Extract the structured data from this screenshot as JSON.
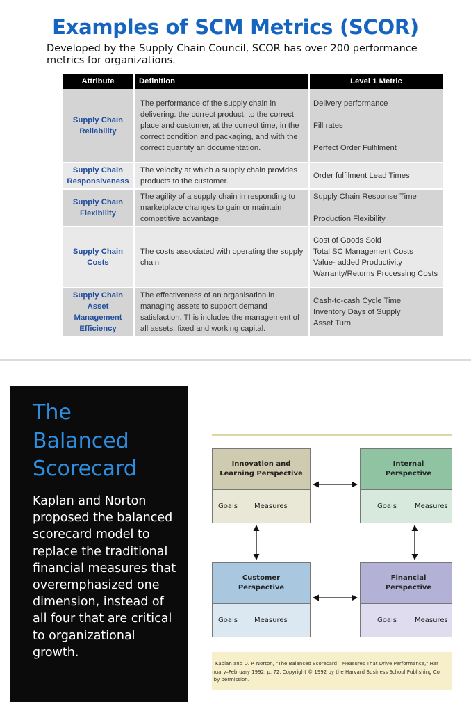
{
  "slide1": {
    "title": "Examples of SCM Metrics (SCOR)",
    "subtitle": "Developed by the Supply Chain Council, SCOR has over 200 performance metrics for organizations.",
    "table": {
      "headers": [
        "Attribute",
        "Definition",
        "Level 1 Metric"
      ],
      "rows": [
        {
          "attribute": "Supply Chain Reliability",
          "definition": "The performance of the supply chain in delivering: the correct product, to the correct place and customer, at the correct time, in the correct condition and packaging, and with the correct quantity an documentation.",
          "metrics": [
            "Delivery performance",
            "Fill rates",
            "Perfect Order Fulfilment"
          ]
        },
        {
          "attribute": "Supply Chain Responsiveness",
          "definition": "The velocity at which a supply chain provides products to the customer.",
          "metrics": [
            "Order fulfilment Lead Times"
          ]
        },
        {
          "attribute": "Supply Chain Flexibility",
          "definition": "The agility of a supply chain in responding to marketplace changes to gain or maintain competitive advantage.",
          "metrics": [
            "Supply Chain Response Time",
            "Production Flexibility"
          ]
        },
        {
          "attribute": "Supply Chain Costs",
          "definition": "The costs associated with operating the supply chain",
          "metrics": [
            "Cost of Goods Sold",
            "Total SC Management Costs",
            "Value- added Productivity",
            "Warranty/Returns Processing Costs"
          ]
        },
        {
          "attribute": "Supply Chain Asset Management Efficiency",
          "definition": "The effectiveness of an organisation in managing assets to support demand satisfaction. This includes the management of all assets: fixed and working capital.",
          "metrics": [
            "Cash-to-cash Cycle Time",
            "Inventory Days of Supply",
            "Asset Turn"
          ]
        }
      ]
    }
  },
  "slide2": {
    "title_lines": [
      "The",
      "Balanced",
      "Scorecard"
    ],
    "body": "Kaplan and Norton proposed the balanced scorecard model to replace the traditional financial measures that overemphasized one dimension, instead of all four that are critical to organizational growth.",
    "diagram": {
      "goals_label": "Goals",
      "measures_label": "Measures",
      "boxes": {
        "innovation": {
          "lines": [
            "Innovation and",
            "Learning Perspective"
          ],
          "head_color": "#cfcbb0",
          "body_color": "#e9e7d6"
        },
        "internal": {
          "lines": [
            "Internal",
            "Perspective"
          ],
          "head_color": "#8fc3a2",
          "body_color": "#d6e9dc"
        },
        "customer": {
          "lines": [
            "Customer",
            "Perspective"
          ],
          "head_color": "#a9c8e0",
          "body_color": "#dbe8f2"
        },
        "financial": {
          "lines": [
            "Financial",
            "Perspective"
          ],
          "head_color": "#b4b1d6",
          "body_color": "#dedcee"
        }
      },
      "citation_lines": [
        "S. Kaplan and D. P. Norton, \"The Balanced Scorecard—Measures That Drive Performance,\" Har",
        "anuary–February 1992, p. 72. Copyright © 1992 by the Harvard Business School Publishing Co",
        "d by permission."
      ]
    }
  }
}
